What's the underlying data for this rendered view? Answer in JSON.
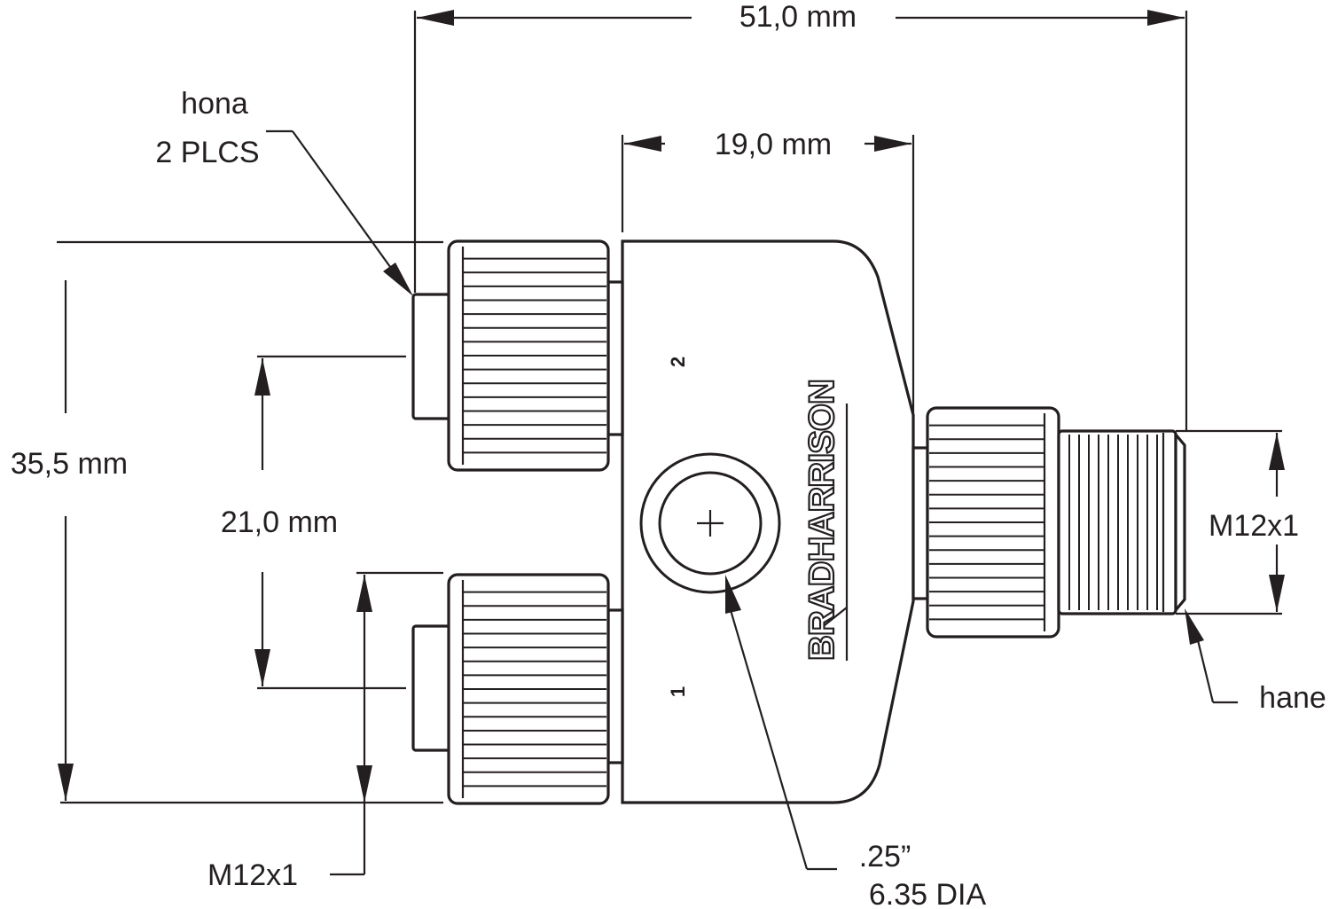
{
  "dimensions": {
    "overall_length": "51,0 mm",
    "body_width": "19,0 mm",
    "overall_height": "35,5 mm",
    "port_spacing": "21,0 mm"
  },
  "callouts": {
    "female_line1": "hona",
    "female_line2": "2 PLCS",
    "male": "hane",
    "thread_male": "M12x1",
    "thread_female": "M12x1",
    "hole_line1": ".25”",
    "hole_line2": "6.35 DIA"
  },
  "port_labels": {
    "port1": "1",
    "port2": "2"
  },
  "brand": "BRADHARRISON"
}
